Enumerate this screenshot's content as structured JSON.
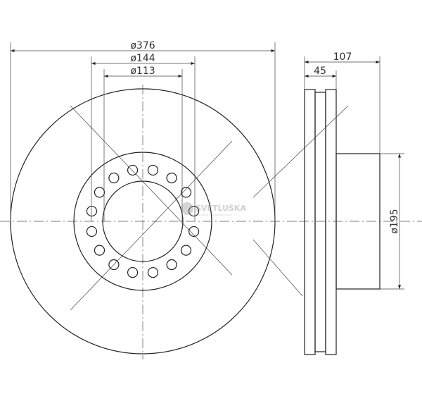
{
  "front_view": {
    "dim_outer": "ø376",
    "dim_bolt_circle": "ø144",
    "dim_bore": "ø113",
    "bolt_hole_count": 16
  },
  "side_view": {
    "dim_total_height": "107",
    "dim_thickness": "45",
    "dim_hub": "ø195"
  },
  "watermark": {
    "text": "SVĚTLUŠKA",
    "subtitle": "VAŠE CESTA K NÁHRADNÍM DÍLŮM"
  }
}
